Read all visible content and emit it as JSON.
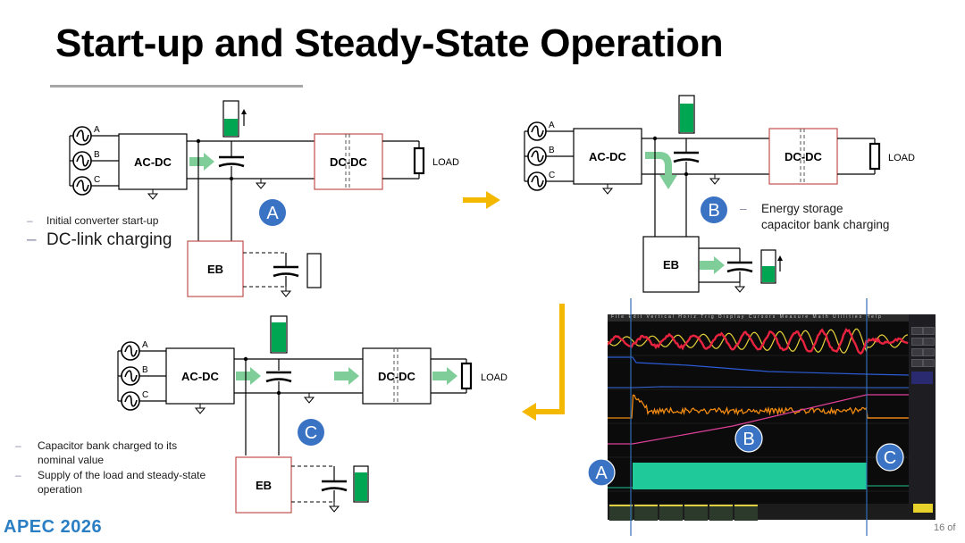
{
  "slide": {
    "title": "Start-up and Steady-State Operation",
    "page_number": "16 of",
    "logo_text": "APEC 2026"
  },
  "labels": {
    "acdc": "AC-DC",
    "dcdc": "DC-DC",
    "eb": "EB",
    "load": "LOAD",
    "phase_a": "A",
    "phase_b": "B",
    "phase_c": "C"
  },
  "badges": {
    "a": "A",
    "b": "B",
    "c": "C"
  },
  "notes": {
    "a_small": "Initial converter start-up",
    "a_large": "DC-link charging",
    "b_line1": "Energy storage",
    "b_line2": "capacitor bank charging",
    "c_item1_line1": "Capacitor bank charged to its",
    "c_item1_line2": "nominal value",
    "c_item2_line1": "Supply of the load and steady-state",
    "c_item2_line2": "operation",
    "dash": "–"
  },
  "scope": {
    "menu": "File Edit Vertical Horiz Trig Display Cursors Measure Math Utilities Help",
    "markers": [
      "A",
      "B",
      "C"
    ]
  },
  "colors": {
    "block_red": "#c0504d",
    "flow_arrow": "#7fce9a",
    "level_green": "#00a651",
    "yellow_arrow": "#f5b800",
    "badge_blue": "#3b73c4",
    "scope_marker": "#2f6fb0"
  }
}
